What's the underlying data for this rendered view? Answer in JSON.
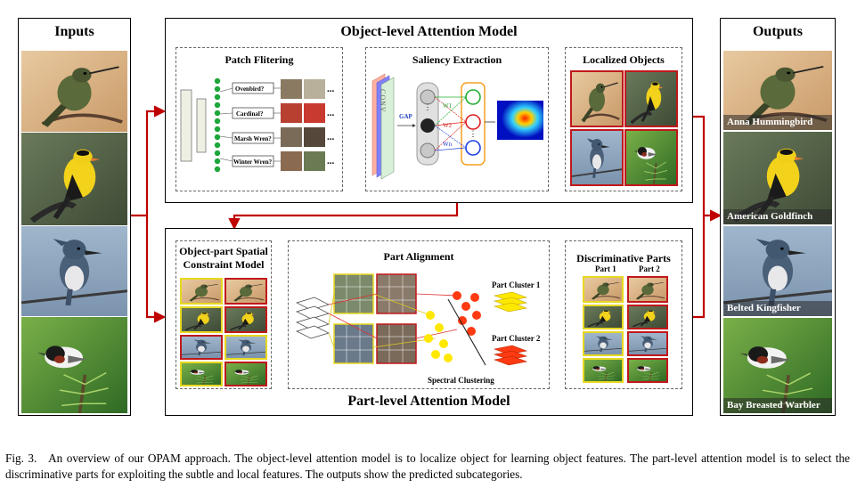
{
  "panels": {
    "inputs_title": "Inputs",
    "outputs_title": "Outputs",
    "object_model_title": "Object-level Attention Model",
    "part_model_title": "Part-level Attention Model"
  },
  "object_level": {
    "patch_filtering": {
      "title": "Patch Flitering",
      "labels": [
        "Ovenbird?",
        "Cardinal?",
        "Marsh Wren?",
        "Winter Wren?"
      ],
      "dots": "..."
    },
    "saliency": {
      "title": "Saliency Extraction",
      "conv": "CONV",
      "gap": "GAP",
      "weights": [
        "W1",
        "W2",
        "Wn"
      ]
    },
    "localized": {
      "title": "Localized Objects"
    }
  },
  "part_level": {
    "spatial": {
      "title_line1": "Object-part Spatial",
      "title_line2": "Constraint Model"
    },
    "alignment": {
      "title": "Part Alignment",
      "cluster1": "Part Cluster 1",
      "cluster2": "Part Cluster 2",
      "spectral": "Spectral Clustering"
    },
    "discriminative": {
      "title": "Discriminative Parts",
      "part1": "Part 1",
      "part2": "Part 2"
    }
  },
  "outputs": {
    "labels": [
      "Anna Hummingbird",
      "American Goldfinch",
      "Belted Kingfisher",
      "Bay Breasted Warbler"
    ]
  },
  "caption": {
    "fig": "Fig. 3.",
    "text": "An overview of our OPAM approach. The object-level attention model is to localize object for learning object features. The part-level attention model is to select the discriminative parts for exploiting the subtle and local features. The outputs show the predicted subcategories."
  },
  "colors": {
    "arrow": "#c00000",
    "saliency_border": "#a8a8a8",
    "cluster_yellow": "#ffe800",
    "cluster_red": "#ff3a12",
    "node_green": "#1fa63a",
    "frame_red": "#c0181a",
    "frame_yellow": "#e8d820"
  }
}
